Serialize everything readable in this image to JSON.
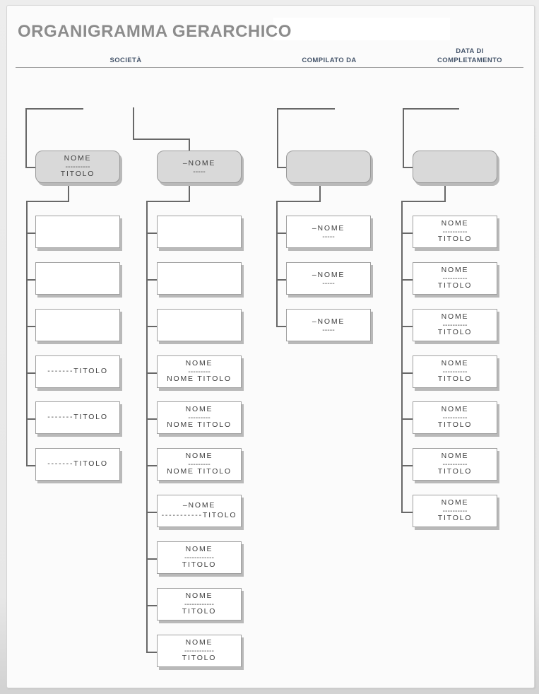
{
  "header": {
    "title": "ORGANIGRAMMA GERARCHICO",
    "fields": [
      {
        "label": "SOCIETÀ"
      },
      {
        "label": "COMPILATO DA"
      },
      {
        "label": "DATA DI\nCOMPLETAMENTO"
      }
    ]
  },
  "colors": {
    "title": "#8c8c8c",
    "field_label": "#44546a",
    "node_fill": "#d9d9d9",
    "node_border": "#a0a0a0",
    "connector": "#686868",
    "page_background": "#fbfbfb"
  },
  "org_chart": {
    "columns": [
      {
        "root": {
          "lines": [
            "NOME",
            "----------",
            "TITOLO"
          ]
        },
        "children": [
          {
            "lines": []
          },
          {
            "lines": []
          },
          {
            "lines": []
          },
          {
            "lines": [
              "-------TITOLO"
            ]
          },
          {
            "lines": [
              "-------TITOLO"
            ]
          },
          {
            "lines": [
              "-------TITOLO"
            ]
          }
        ]
      },
      {
        "root": {
          "lines": [
            "–NOME",
            "-----"
          ]
        },
        "children": [
          {
            "lines": []
          },
          {
            "lines": []
          },
          {
            "lines": []
          },
          {
            "lines": [
              "NOME",
              "---------",
              "NOME TITOLO"
            ]
          },
          {
            "lines": [
              "NOME",
              "---------",
              "NOME TITOLO"
            ]
          },
          {
            "lines": [
              "NOME",
              "---------",
              "NOME TITOLO"
            ]
          },
          {
            "lines": [
              "–NOME",
              "-----------TITOLO"
            ]
          },
          {
            "lines": [
              "NOME",
              "------------",
              "TITOLO"
            ]
          },
          {
            "lines": [
              "NOME",
              "------------",
              "TITOLO"
            ]
          },
          {
            "lines": [
              "NOME",
              "------------",
              "TITOLO"
            ]
          }
        ]
      },
      {
        "root": {
          "lines": []
        },
        "children": [
          {
            "lines": [
              "–NOME",
              "-----"
            ]
          },
          {
            "lines": [
              "–NOME",
              "-----"
            ]
          },
          {
            "lines": [
              "–NOME",
              "-----"
            ]
          }
        ]
      },
      {
        "root": {
          "lines": []
        },
        "children": [
          {
            "lines": [
              "NOME",
              "----------",
              "TITOLO"
            ]
          },
          {
            "lines": [
              "NOME",
              "----------",
              "TITOLO"
            ]
          },
          {
            "lines": [
              "NOME",
              "----------",
              "TITOLO"
            ]
          },
          {
            "lines": [
              "NOME",
              "----------",
              "TITOLO"
            ]
          },
          {
            "lines": [
              "NOME",
              "----------",
              "TITOLO"
            ]
          },
          {
            "lines": [
              "NOME",
              "----------",
              "TITOLO"
            ]
          },
          {
            "lines": [
              "NOME",
              "----------",
              "TITOLO"
            ]
          }
        ]
      }
    ]
  }
}
